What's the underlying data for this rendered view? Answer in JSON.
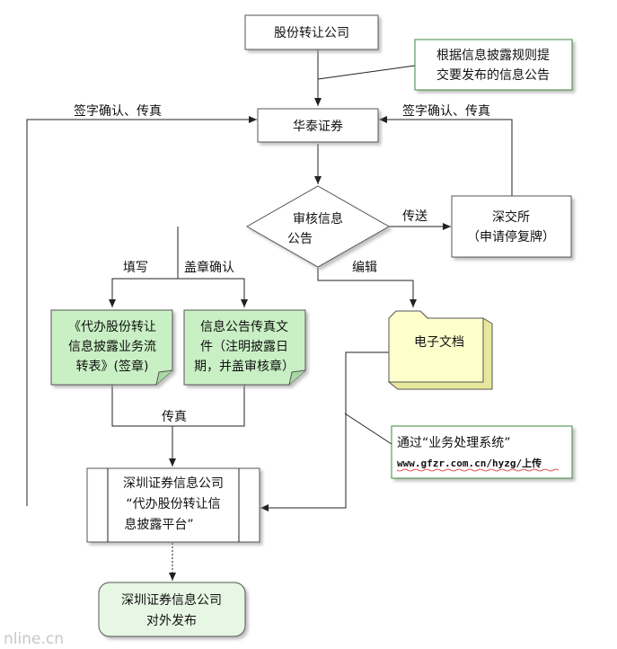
{
  "nodes": {
    "company": "股份转让公司",
    "note_top": [
      "根据信息披露规则提",
      "交要发布的信息公告"
    ],
    "huatai": "华泰证券",
    "review": [
      "审核信息",
      "公告"
    ],
    "szse": [
      "深交所",
      "（申请停复牌）"
    ],
    "form_doc": [
      "《代办股份转让",
      "信息披露业务流",
      "转表》(签章)"
    ],
    "fax_doc": [
      "信息公告传真文",
      "件（注明披露日",
      "期，并盖审核章）"
    ],
    "edoc": "电子文档",
    "note_upload": [
      "通过“业务处理系统”",
      "www.gfzr.com.cn/hyzg/上传"
    ],
    "sz_platform": [
      "深圳证券信息公司",
      "“代办股份转让信",
      "息披露平台”"
    ],
    "sz_publish": [
      "深圳证券信息公司",
      "对外发布"
    ]
  },
  "edges": {
    "sign_fax_left": "签字确认、传真",
    "sign_fax_right": "签字确认、传真",
    "send": "传送",
    "fill": "填写",
    "stamp": "盖章确认",
    "edit": "编辑",
    "fax": "传真"
  },
  "watermark": "nline.cn",
  "colors": {
    "green_fill": "#c9f0c4",
    "note_border": "#3a8a3a",
    "folder_fill": "#ffffcc"
  }
}
